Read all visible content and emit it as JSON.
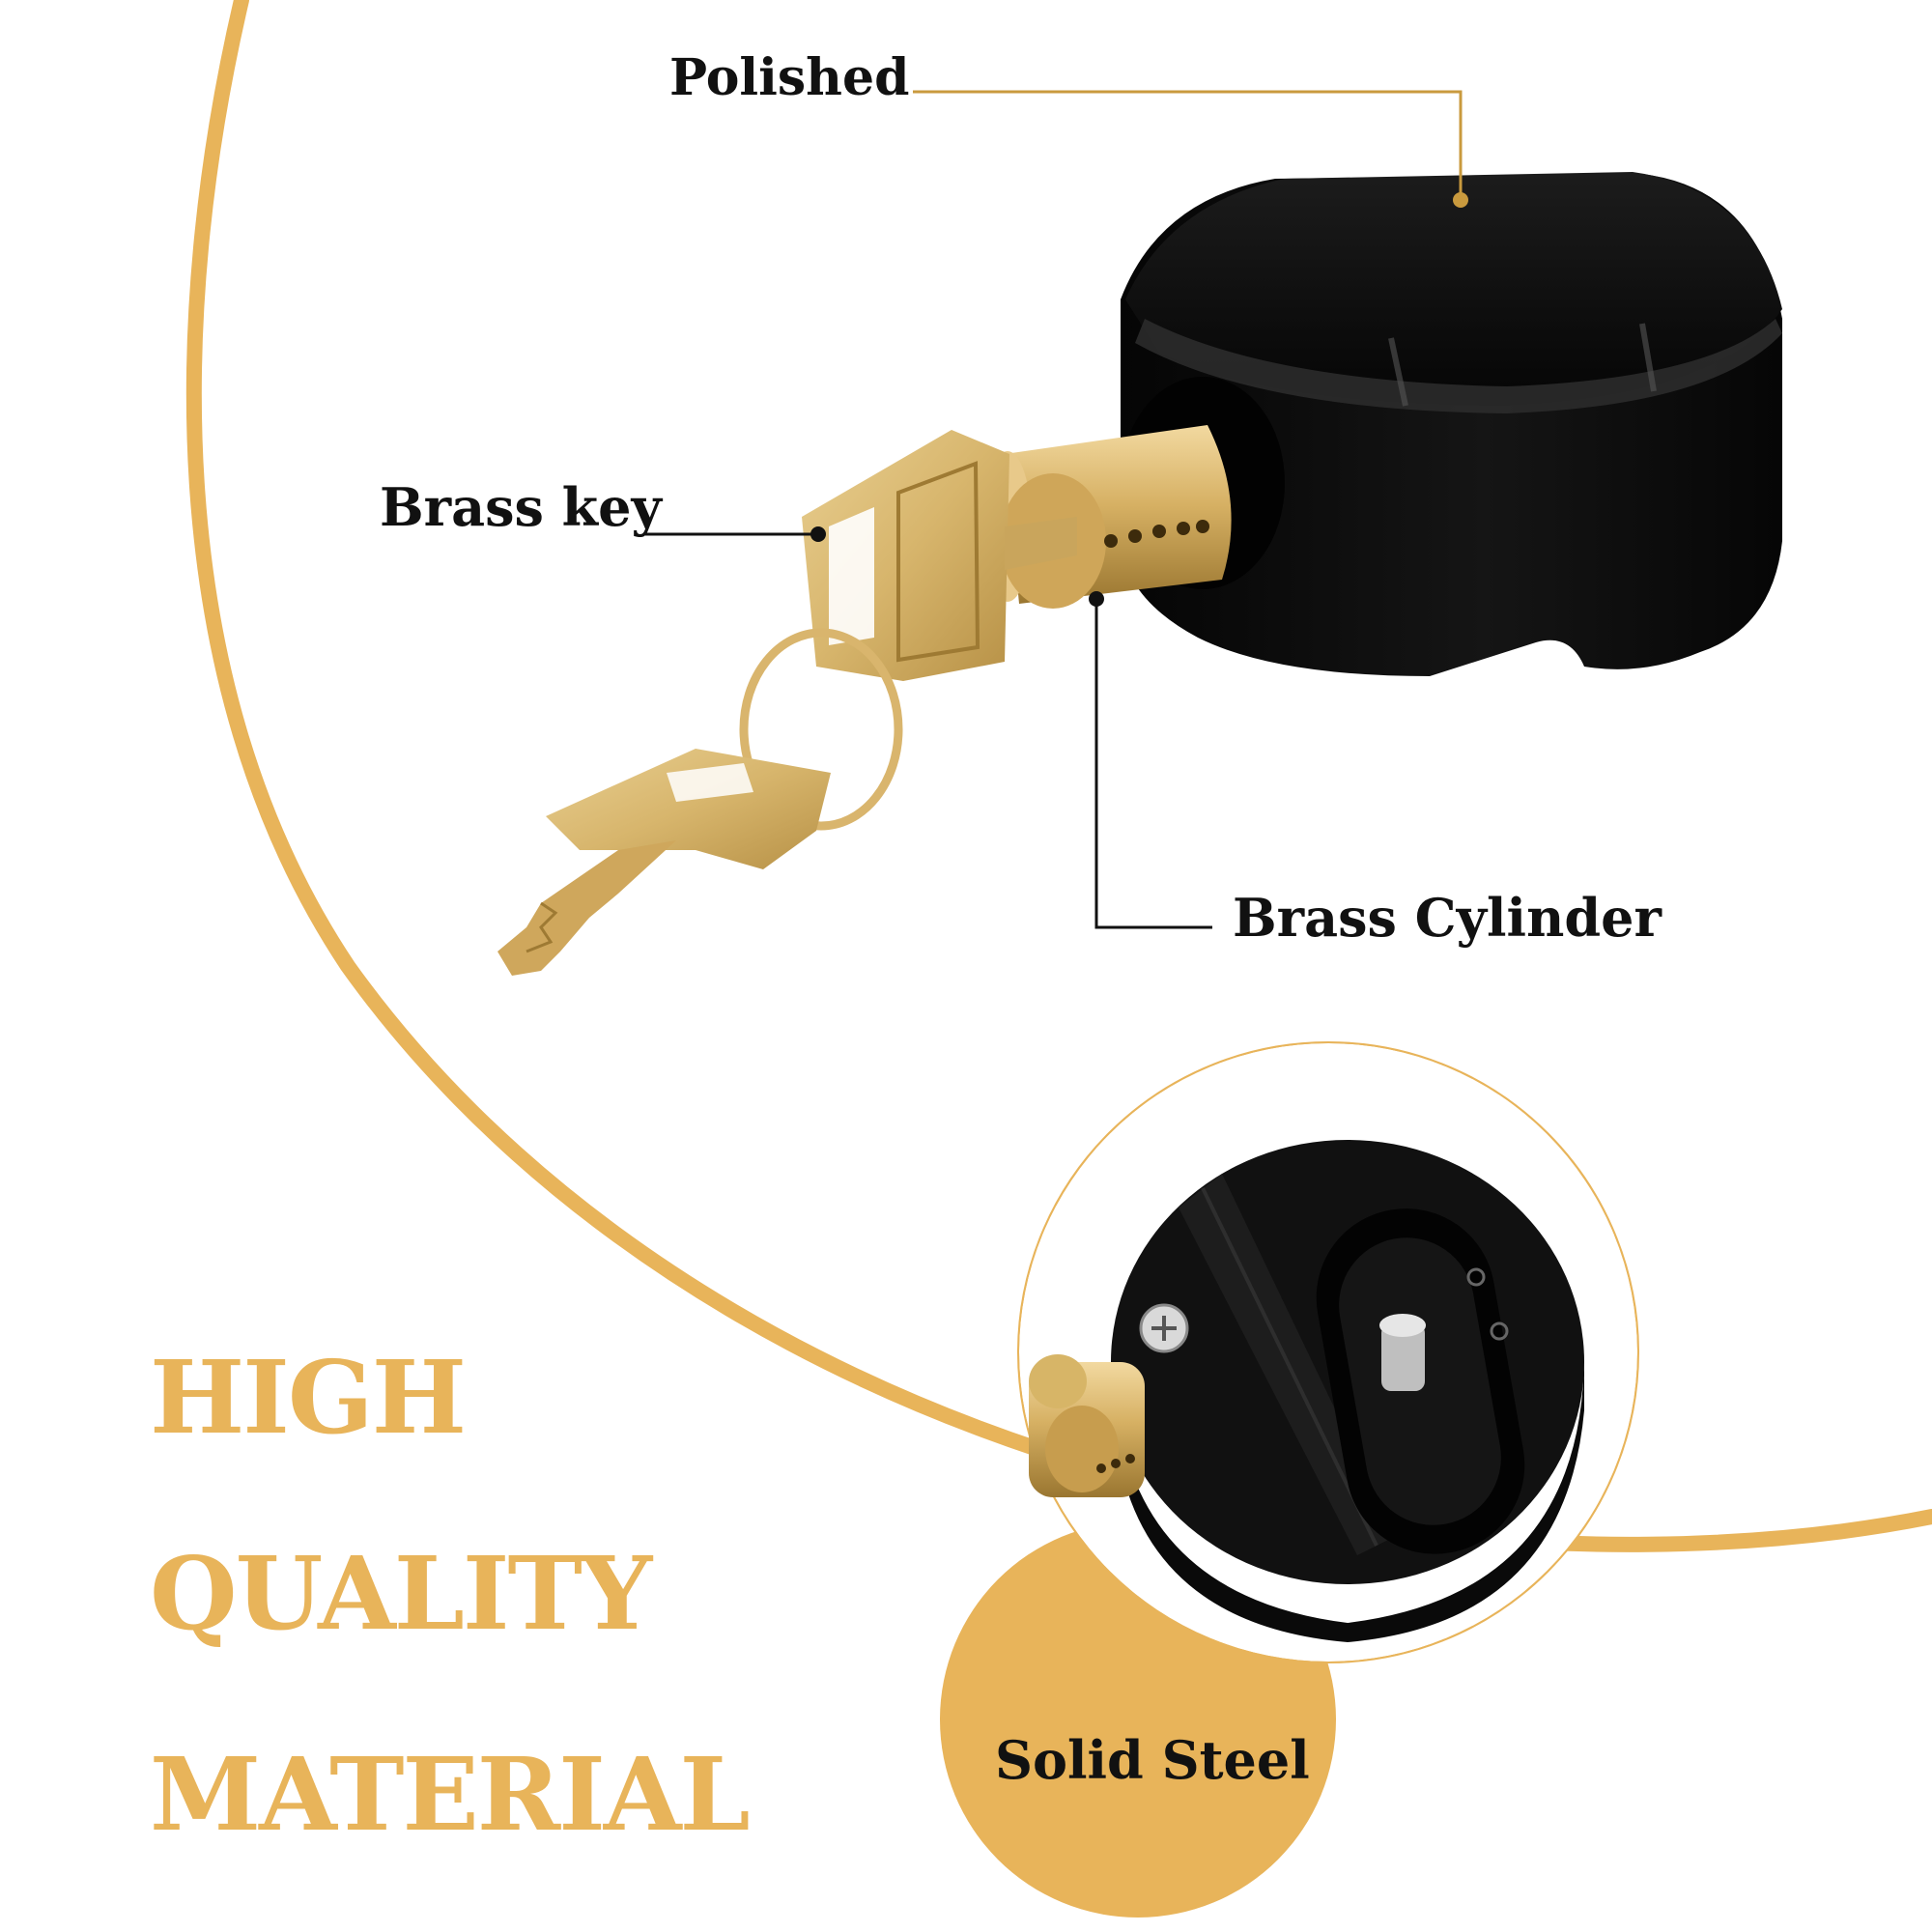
{
  "callouts": {
    "polished": "Polished",
    "brass_key": "Brass key",
    "brass_cylinder": "Brass Cylinder",
    "solid_steel": "Solid Steel"
  },
  "headline": {
    "line1": "HIGH",
    "line2": "QUALITY",
    "line3": "MATERIAL"
  },
  "colors": {
    "accent_gold": "#e8b45a",
    "leader_gold": "#c99a3e",
    "lock_black": "#0b0b0b",
    "brass": "#d9b56d"
  }
}
